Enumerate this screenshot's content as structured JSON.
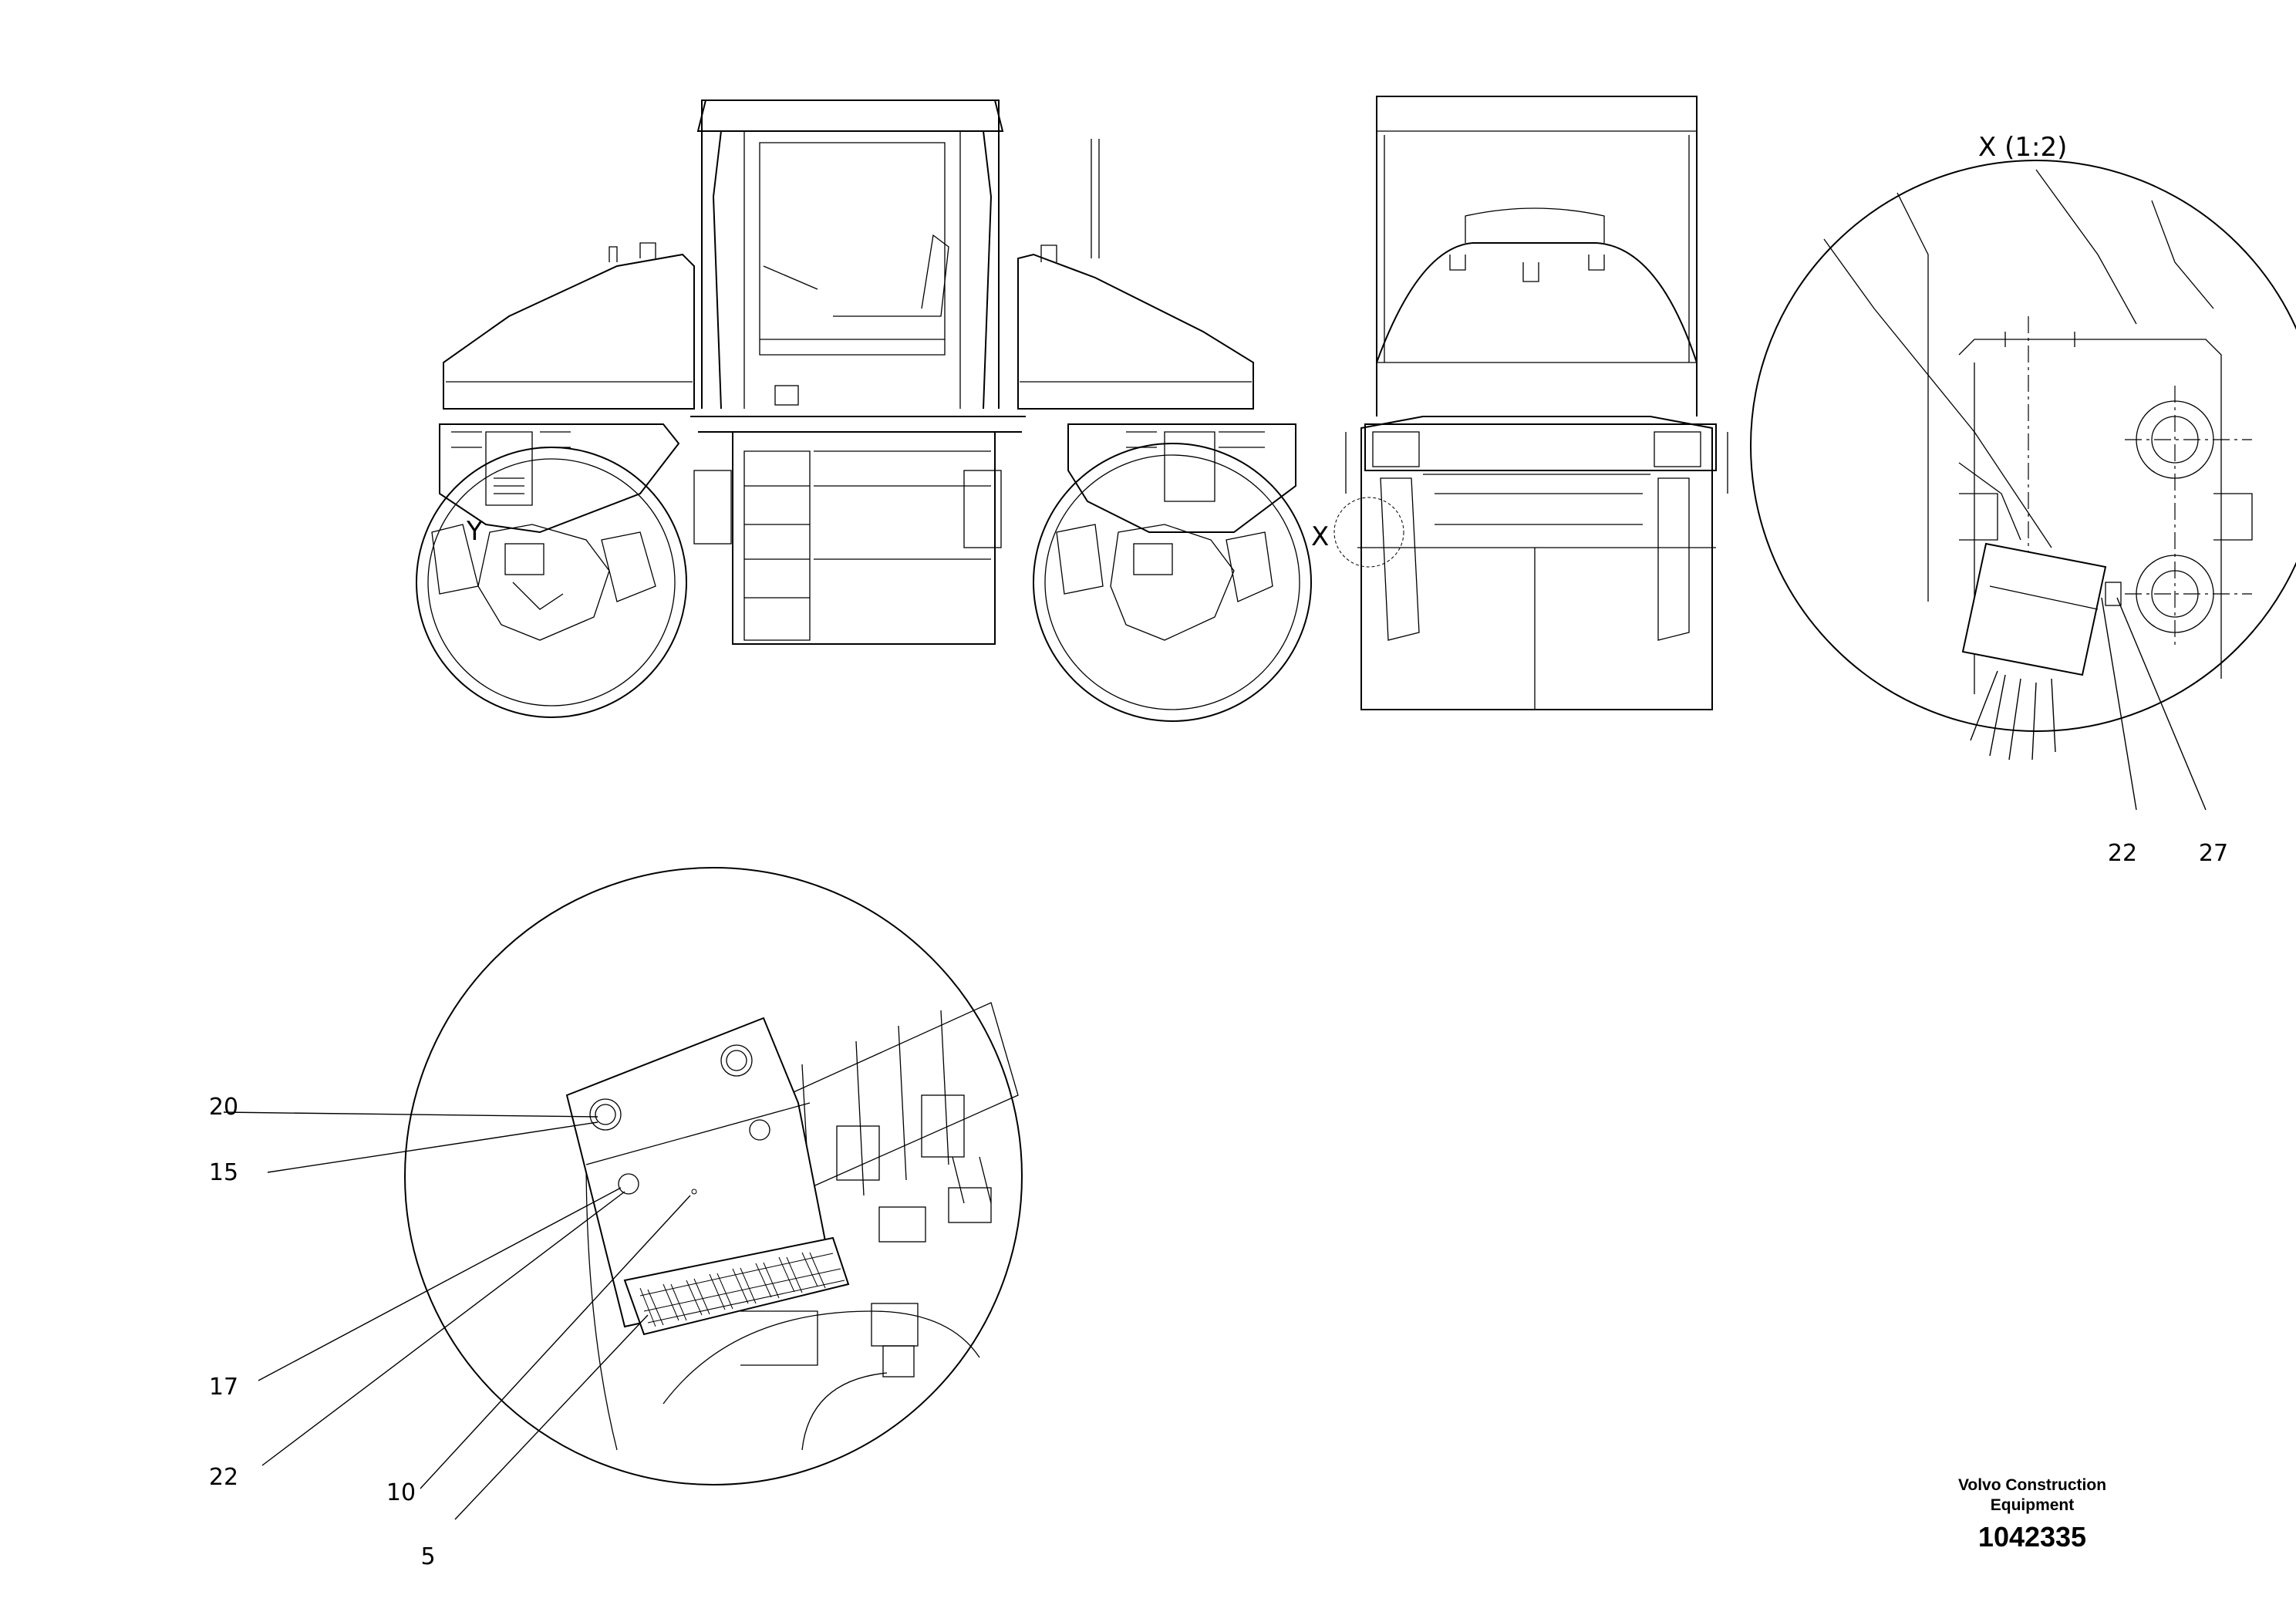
{
  "document": {
    "brand_line1": "Volvo Construction",
    "brand_line2": "Equipment",
    "drawing_number": "1042335"
  },
  "views": {
    "side_view_marker": "Y",
    "front_view_marker": "X",
    "detail_title": "X (1:2)"
  },
  "callouts": {
    "detail_x": [
      "22",
      "27"
    ],
    "detail_y": [
      "20",
      "15",
      "17",
      "22",
      "10",
      "5"
    ]
  }
}
